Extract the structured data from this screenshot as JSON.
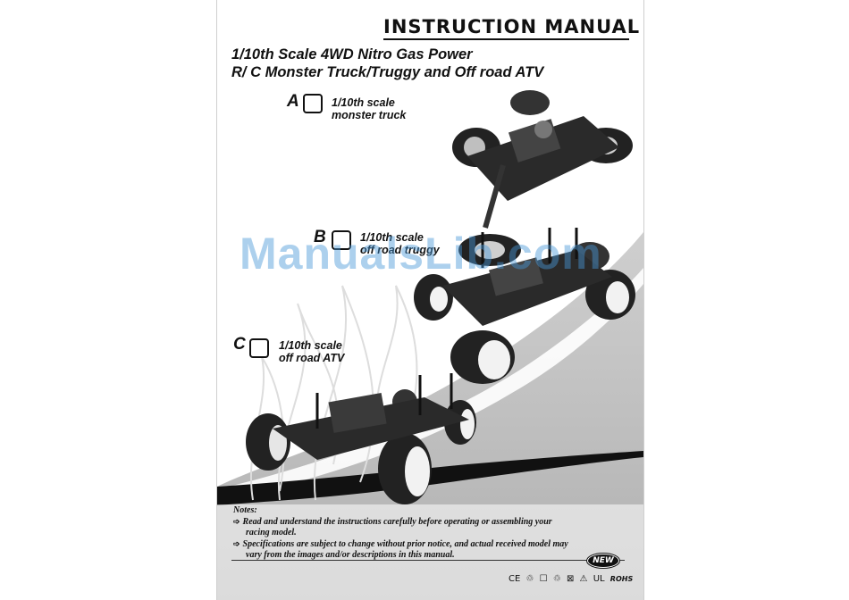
{
  "header": {
    "title": "INSTRUCTION MANUAL"
  },
  "subtitle": {
    "line1": "1/10th Scale 4WD Nitro Gas Power",
    "line2": "R/ C  Monster Truck/Truggy and Off road ATV"
  },
  "options": [
    {
      "letter": "A",
      "line1": "1/10th scale",
      "line2": "monster truck"
    },
    {
      "letter": "B",
      "line1": "1/10th scale",
      "line2": "off road truggy"
    },
    {
      "letter": "C",
      "line1": "1/10th scale",
      "line2": "off road ATV"
    }
  ],
  "notes": {
    "heading": "Notes:",
    "items": [
      {
        "line1": "Read and understand the instructions carefully before operating or assembling your",
        "line2": "racing model."
      },
      {
        "line1": "Specifications are subject to change without prior notice, and actual received model may",
        "line2": "vary from  the images and/or descriptions in this manual."
      }
    ]
  },
  "badge": {
    "label": "NEW"
  },
  "certifications": {
    "marks": [
      "CE",
      "♲",
      "☐",
      "♲",
      "⊠",
      "⚠",
      "UL"
    ],
    "rohs": "ROHS"
  },
  "watermark": {
    "text": "ManualsLib.com"
  },
  "colors": {
    "accent_gray": "#b9b9b9",
    "ink": "#111111",
    "watermark": "#4696d7"
  }
}
